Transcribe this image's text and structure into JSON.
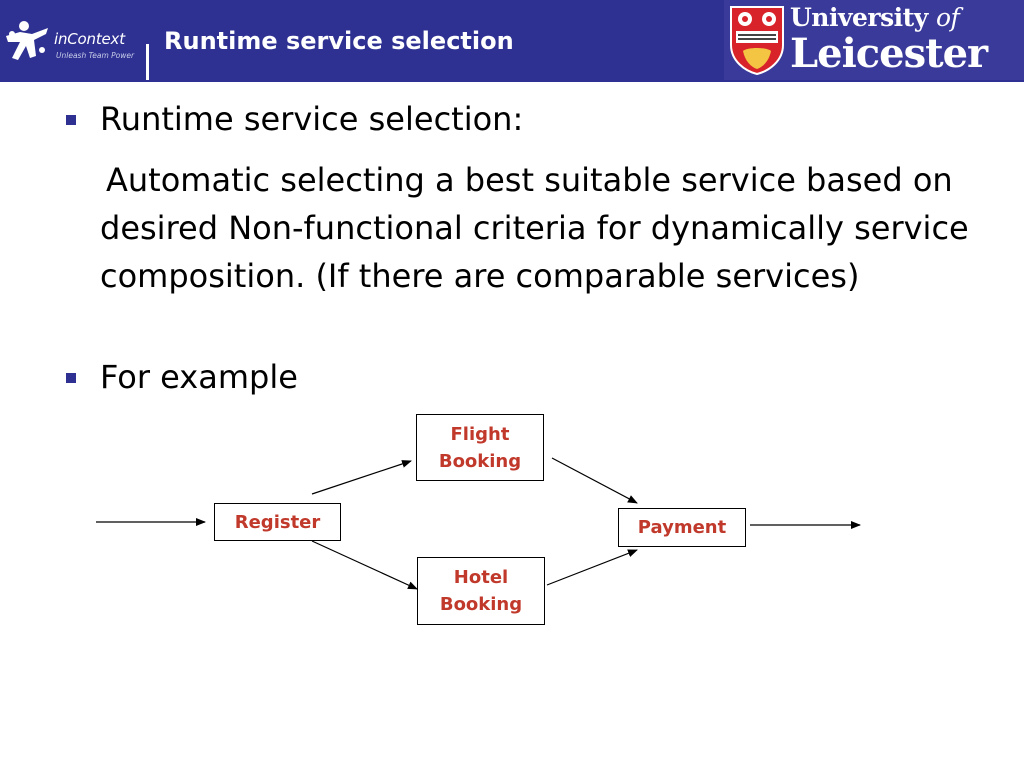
{
  "header": {
    "brand_name": "inContext",
    "brand_tagline": "Unleash Team Power",
    "title": "Runtime service selection",
    "university_line1": "University",
    "university_of": "of",
    "university_line2": "Leicester"
  },
  "content": {
    "bullet1": "Runtime service selection:",
    "paragraph": "Automatic selecting a best suitable service based on desired Non-functional criteria for dynamically service composition. (If there are comparable services)",
    "bullet2": "For example"
  },
  "diagram": {
    "nodes": {
      "register": "Register",
      "flight_line1": "Flight",
      "flight_line2": "Booking",
      "hotel_line1": "Hotel",
      "hotel_line2": "Booking",
      "payment": "Payment"
    }
  },
  "colors": {
    "header_bg": "#2E3192",
    "node_text": "#C0392B",
    "bullet": "#2E3192"
  }
}
